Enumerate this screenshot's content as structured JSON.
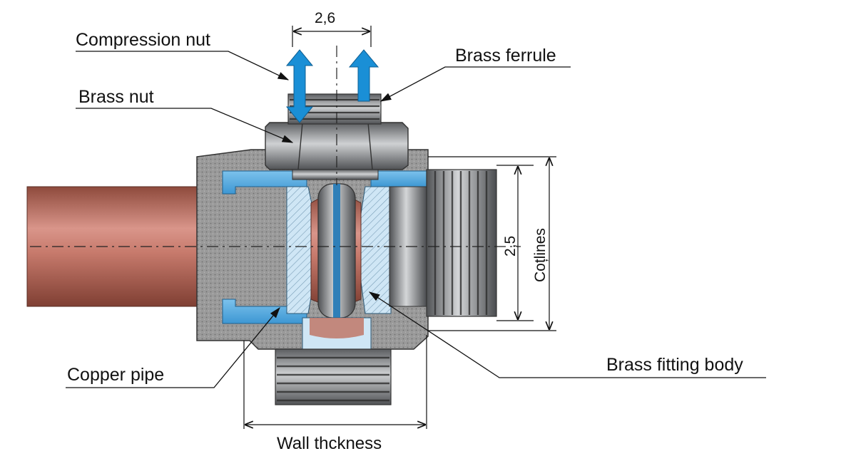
{
  "labels": {
    "compression_nut": "Compression nut",
    "brass_ferrule": "Brass ferrule",
    "brass_nut": "Brass nut",
    "copper_pipe": "Copper pipe",
    "brass_fitting_body": "Brass fitting body",
    "wall_thickness": "Wall thckness"
  },
  "dimensions": {
    "top": "2,6",
    "right_inner": "2,5",
    "right_outer": "Coțlines"
  },
  "colors": {
    "copper": "#c77a6c",
    "brass_steel": "#a7a9ab",
    "seal_blue": "#5aaee0",
    "arrow_blue": "#1a8fd6",
    "hatch_gray": "#8e8e8e"
  }
}
